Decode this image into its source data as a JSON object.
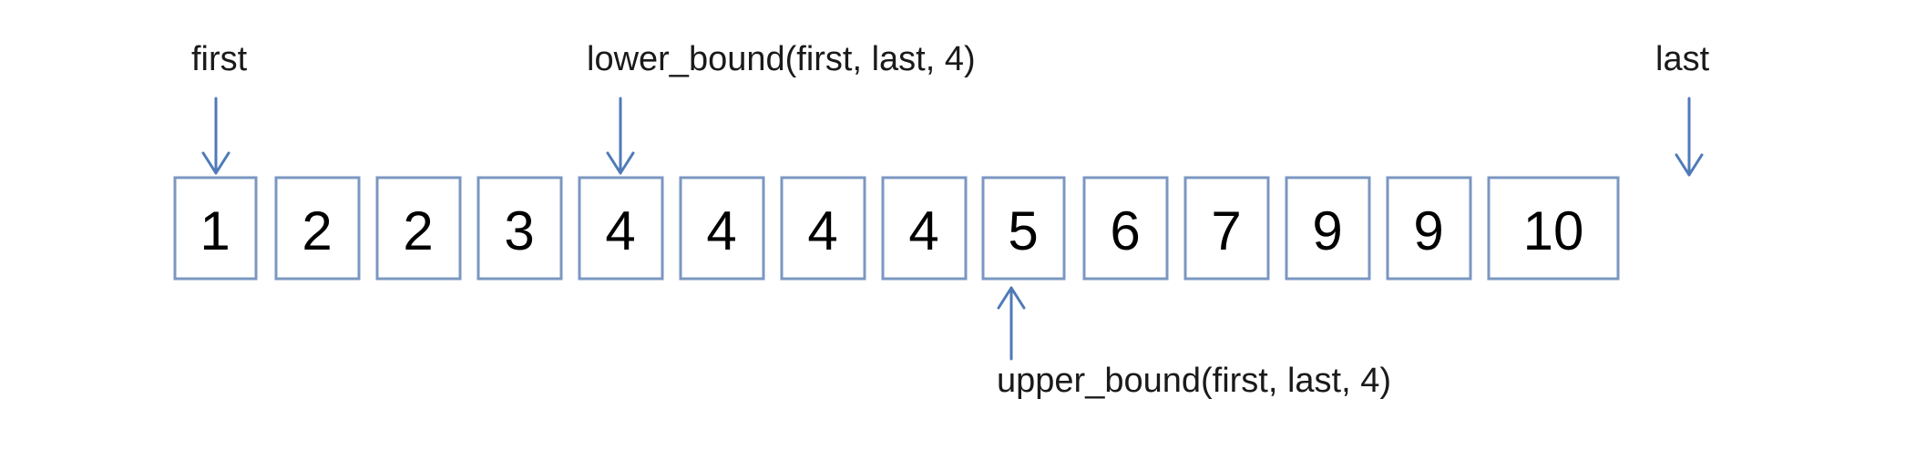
{
  "array": {
    "values": [
      "1",
      "2",
      "2",
      "3",
      "4",
      "4",
      "4",
      "4",
      "5",
      "6",
      "7",
      "9",
      "9",
      "10"
    ]
  },
  "labels": {
    "first": "first",
    "last": "last",
    "lower_bound": "lower_bound(first, last, 4)",
    "upper_bound": "upper_bound(first, last, 4)"
  },
  "colors": {
    "box_border": "#7b97c2",
    "arrow": "#4f7ab8",
    "text": "#000000"
  }
}
